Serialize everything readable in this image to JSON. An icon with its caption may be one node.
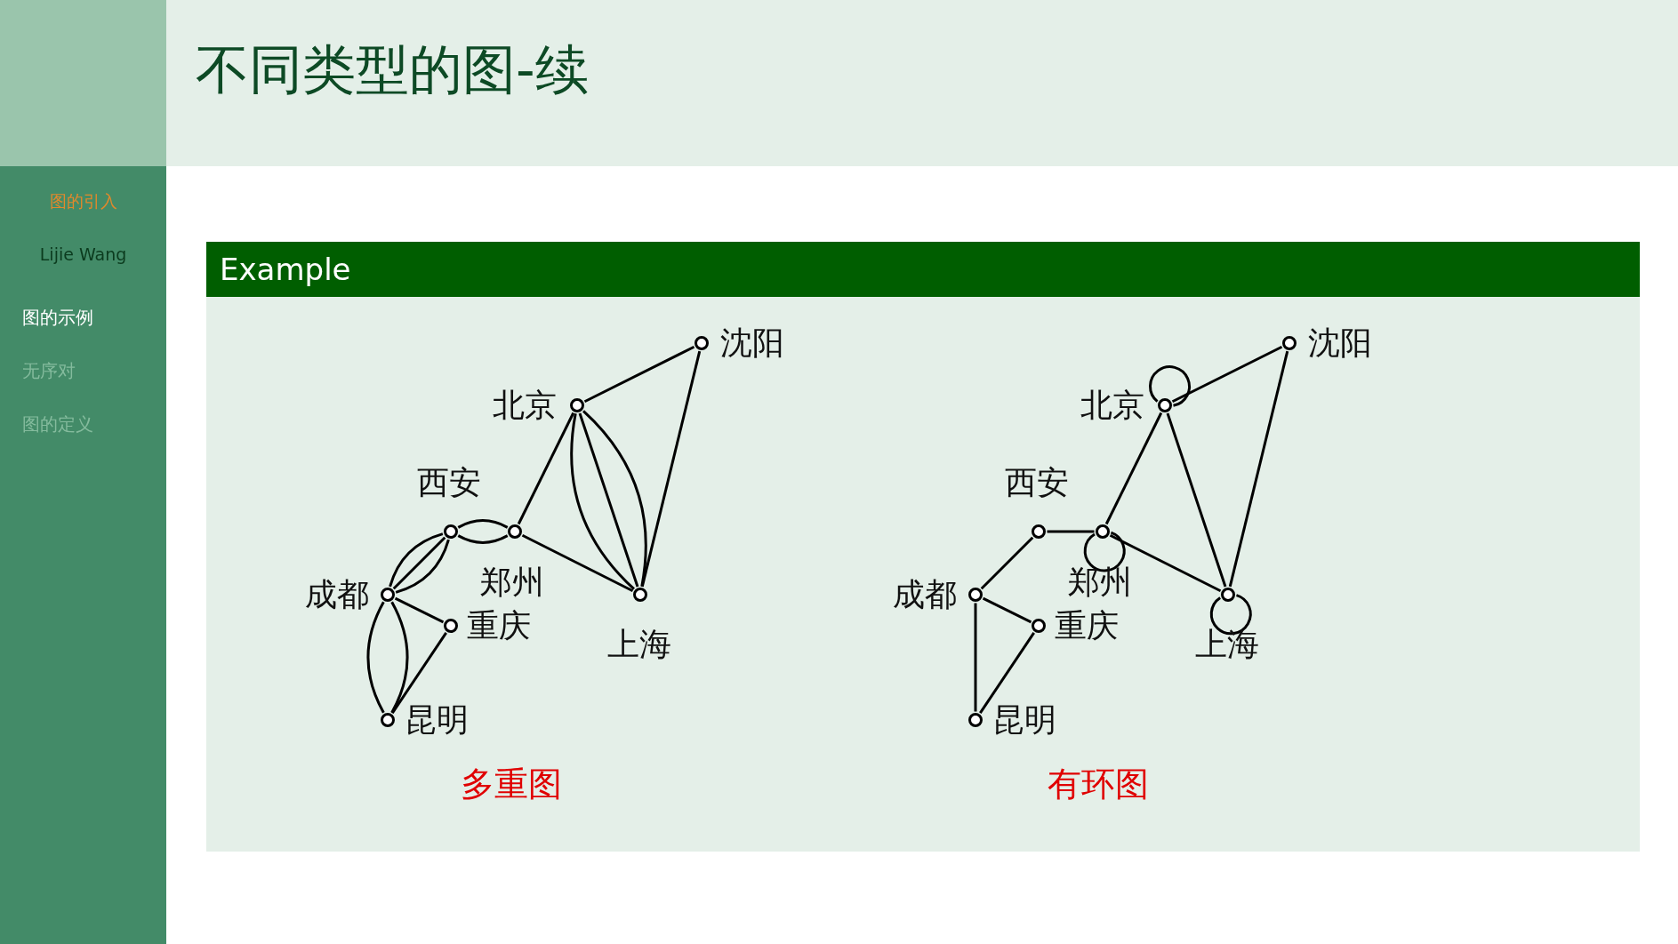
{
  "diagram": {
    "title": "不同类型的图-续",
    "nodes": [
      {
        "text": [
          "Example"
        ]
      },
      {
        "text": [],
        "shape": "circle",
        "beside": [
          "沈阳"
        ],
        "in": 0
      },
      {
        "text": [],
        "shape": "circle",
        "beside": [
          "北京"
        ],
        "in": 0
      },
      {
        "text": [],
        "shape": "circle",
        "beside": [
          "西安"
        ],
        "in": 0
      },
      {
        "text": [],
        "shape": "circle",
        "beside": [
          "郑州"
        ],
        "in": 0
      },
      {
        "text": [],
        "shape": "circle",
        "beside": [
          "成都"
        ],
        "in": 0
      },
      {
        "text": [],
        "shape": "circle",
        "beside": [
          "重庆"
        ],
        "in": 0
      },
      {
        "text": [],
        "shape": "circle",
        "beside": [
          "上海"
        ],
        "in": 0
      },
      {
        "text": [],
        "shape": "circle",
        "beside": [
          "昆明"
        ],
        "in": 0
      },
      {
        "text": [],
        "shape": "circle",
        "beside": [
          "沈阳"
        ],
        "in": 0
      },
      {
        "text": [],
        "shape": "circle",
        "beside": [
          "北京"
        ],
        "in": 0
      },
      {
        "text": [],
        "shape": "circle",
        "beside": [
          "西安"
        ],
        "in": 0
      },
      {
        "text": [],
        "shape": "circle",
        "beside": [
          "郑州"
        ],
        "in": 0
      },
      {
        "text": [],
        "shape": "circle",
        "beside": [
          "成都"
        ],
        "in": 0
      },
      {
        "text": [],
        "shape": "circle",
        "beside": [
          "重庆"
        ],
        "in": 0
      },
      {
        "text": [],
        "shape": "circle",
        "beside": [
          "上海"
        ],
        "in": 0
      },
      {
        "text": [],
        "shape": "circle",
        "beside": [
          "昆明"
        ],
        "in": 0
      }
    ],
    "edges": [
      {
        "from": 2,
        "to": 1,
        "arrow": "none"
      },
      {
        "from": 1,
        "to": 7,
        "arrow": "none"
      },
      {
        "from": 2,
        "to": 4,
        "arrow": "none"
      },
      {
        "from": 4,
        "to": 7,
        "arrow": "none"
      },
      {
        "from": 2,
        "to": 7,
        "arrow": "none"
      },
      {
        "from": 2,
        "to": 7,
        "arrow": "none"
      },
      {
        "from": 2,
        "to": 7,
        "arrow": "none"
      },
      {
        "from": 3,
        "to": 4,
        "arrow": "none"
      },
      {
        "from": 3,
        "to": 4,
        "arrow": "none"
      },
      {
        "from": 5,
        "to": 3,
        "arrow": "none"
      },
      {
        "from": 5,
        "to": 3,
        "arrow": "none"
      },
      {
        "from": 5,
        "to": 3,
        "arrow": "none"
      },
      {
        "from": 5,
        "to": 6,
        "arrow": "none"
      },
      {
        "from": 6,
        "to": 8,
        "arrow": "none"
      },
      {
        "from": 5,
        "to": 8,
        "arrow": "none"
      },
      {
        "from": 5,
        "to": 8,
        "arrow": "none"
      },
      {
        "from": 10,
        "to": 9,
        "arrow": "none"
      },
      {
        "from": 9,
        "to": 15,
        "arrow": "none"
      },
      {
        "from": 10,
        "to": 12,
        "arrow": "none"
      },
      {
        "from": 12,
        "to": 15,
        "arrow": "none"
      },
      {
        "from": 10,
        "to": 15,
        "arrow": "none"
      },
      {
        "from": 11,
        "to": 12,
        "arrow": "none"
      },
      {
        "from": 13,
        "to": 11,
        "arrow": "none"
      },
      {
        "from": 13,
        "to": 14,
        "arrow": "none"
      },
      {
        "from": 14,
        "to": 16,
        "arrow": "none"
      },
      {
        "from": 13,
        "to": 16,
        "arrow": "none"
      },
      {
        "from": 10,
        "to": 10,
        "arrow": "none"
      },
      {
        "from": 12,
        "to": 12,
        "arrow": "none"
      },
      {
        "from": 15,
        "to": 15,
        "arrow": "none"
      }
    ],
    "labels": [
      "图的引入",
      "Lijie Wang",
      "图的示例",
      "无序对",
      "图的定义",
      "多重图",
      "有环图"
    ]
  }
}
